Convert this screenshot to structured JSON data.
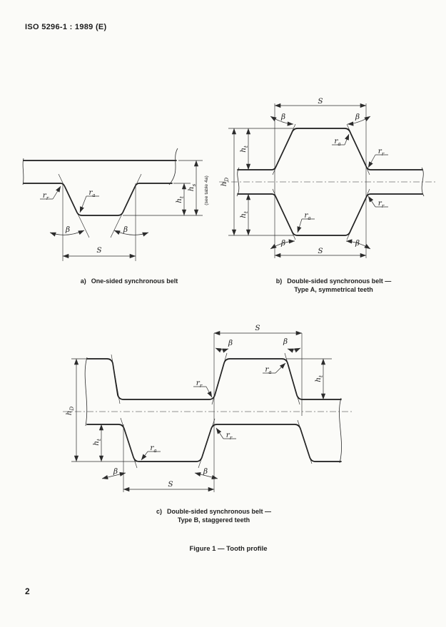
{
  "page": {
    "header": "ISO 5296-1 : 1989 (E)",
    "page_number": "2",
    "figure_title": "Figure 1 — Tooth profile"
  },
  "captions": {
    "a": {
      "letter": "a)",
      "text": "One-sided synchronous belt"
    },
    "b": {
      "letter": "b)",
      "line1": "Double-sided synchronous belt —",
      "line2": "Type A, symmetrical teeth"
    },
    "c": {
      "letter": "c)",
      "line1": "Double-sided synchronous belt —",
      "line2": "Type B, staggered teeth"
    }
  },
  "symbols": {
    "S": "S",
    "beta": "β",
    "r": "r",
    "h": "h",
    "sub_r": "r",
    "sub_a": "a",
    "sub_t": "t",
    "sub_s": "s",
    "sub_D": "D",
    "note_table": "(see table 4a)"
  }
}
